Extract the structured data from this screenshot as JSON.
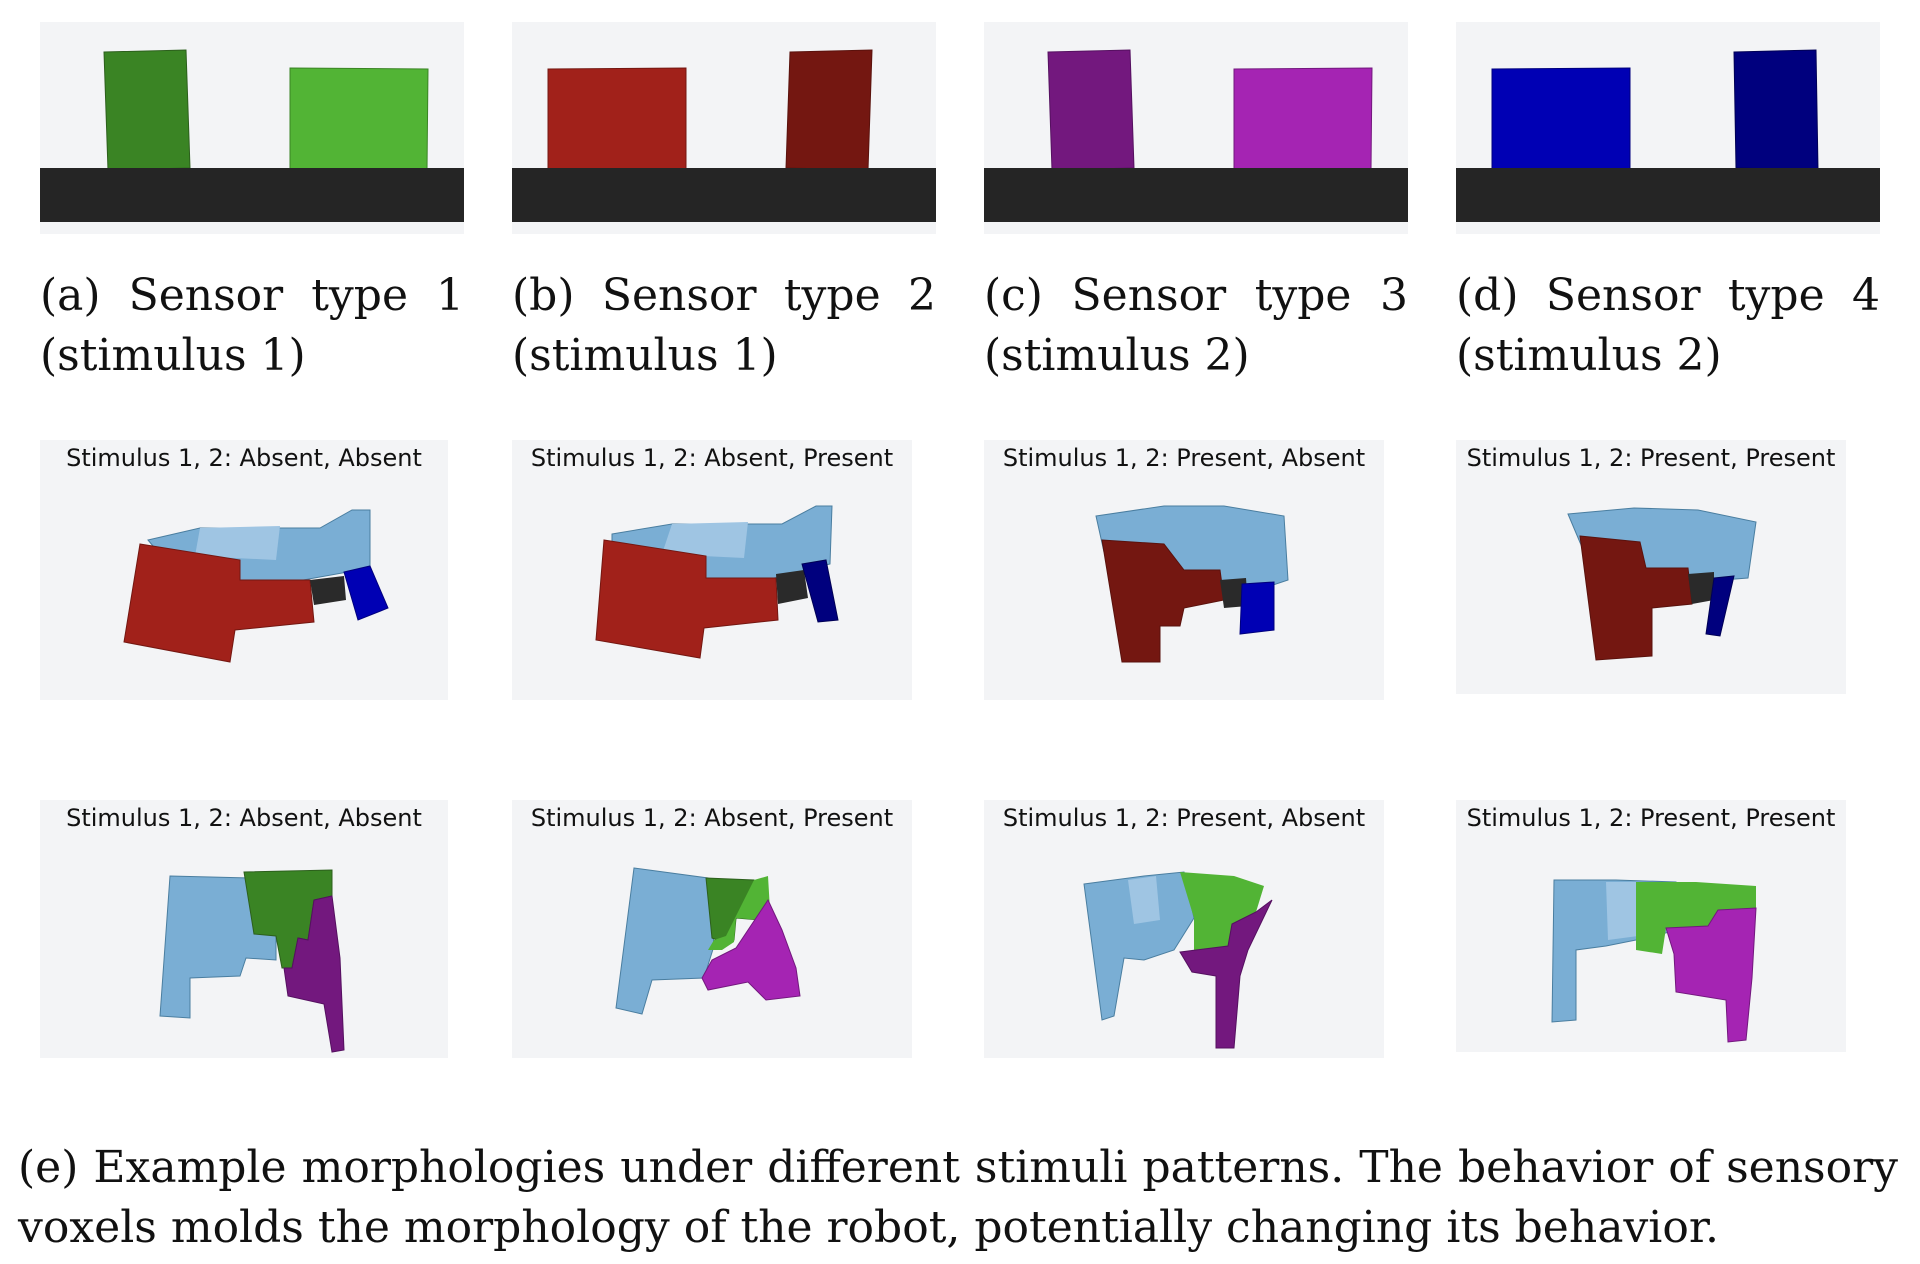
{
  "sensor_panels": [
    {
      "caption_line1": "(a)  Sensor  type  1",
      "caption_line2": "(stimulus 1)",
      "block_colors": [
        "#3a8424",
        "#52b435"
      ],
      "ground_color": "#252525"
    },
    {
      "caption_line1": "(b)  Sensor  type  2",
      "caption_line2": "(stimulus 1)",
      "block_colors": [
        "#a1211a",
        "#741711"
      ],
      "ground_color": "#252525"
    },
    {
      "caption_line1": "(c)  Sensor  type  3",
      "caption_line2": "(stimulus 2)",
      "block_colors": [
        "#73187e",
        "#a524b3"
      ],
      "ground_color": "#252525"
    },
    {
      "caption_line1": "(d)  Sensor  type  4",
      "caption_line2": "(stimulus 2)",
      "block_colors": [
        "#0000b4",
        "#00007e"
      ],
      "ground_color": "#252525"
    }
  ],
  "morphology_labels": [
    "Stimulus 1, 2: Absent, Absent",
    "Stimulus 1, 2: Absent, Present",
    "Stimulus 1, 2: Present, Absent",
    "Stimulus 1, 2: Present, Present"
  ],
  "colors": {
    "light_blue": "#7aaed4",
    "light_blue_pale": "#9fc5e3",
    "red": "#a1211a",
    "dark_red": "#741711",
    "blue": "#0000b4",
    "dark_blue": "#00007e",
    "green_dark": "#3a8424",
    "green_light": "#52b435",
    "purple_dark": "#73187e",
    "purple_light": "#a524b3",
    "black_voxel": "#2a2a2a",
    "panel_bg": "#f3f4f6"
  },
  "bottom_caption": {
    "line1": "(e) Example morphologies under different stimuli patterns. The behavior of sensory",
    "line2": "voxels molds the morphology of the robot, potentially changing its behavior."
  }
}
